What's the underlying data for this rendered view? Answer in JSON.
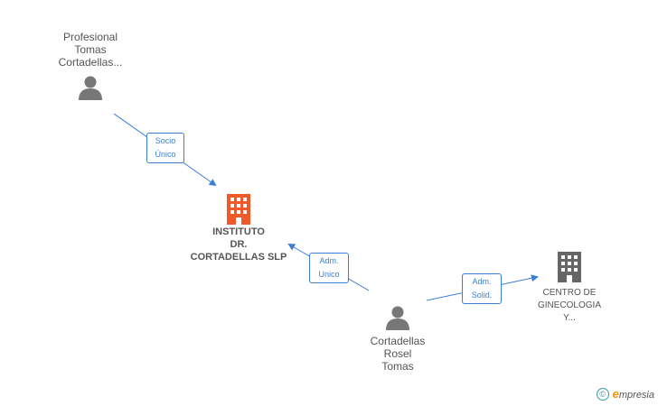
{
  "nodes": {
    "profesional": {
      "lines": [
        "Profesional",
        "Tomas",
        "Cortadellas..."
      ],
      "icon": "person-icon"
    },
    "instituto": {
      "lines": [
        "INSTITUTO",
        "DR.",
        "CORTADELLAS SLP"
      ],
      "icon": "building-icon",
      "color": "#f05a28"
    },
    "cortadellas": {
      "lines": [
        "Cortadellas",
        "Rosel",
        "Tomas"
      ],
      "icon": "person-icon"
    },
    "centro": {
      "lines": [
        "CENTRO DE",
        "GINECOLOGIA",
        "Y..."
      ],
      "icon": "building-icon",
      "color": "#666666"
    }
  },
  "edges": {
    "socio": [
      "Socio",
      "Único"
    ],
    "adm_unico": [
      "Adm.",
      "Unico"
    ],
    "adm_solid": [
      "Adm.",
      "Solid."
    ]
  },
  "footer": {
    "copyright": "©",
    "brand_initial": "e",
    "brand_rest": "mpresia"
  },
  "colors": {
    "edge": "#3a7fd5",
    "person": "#777777"
  }
}
